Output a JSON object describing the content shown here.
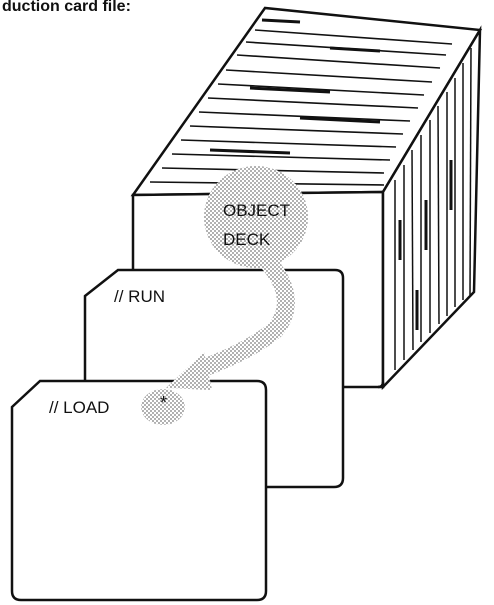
{
  "caption": "duction card file:",
  "labels": {
    "object_deck_line1": "OBJECT",
    "object_deck_line2": "DECK",
    "run_card": "// RUN",
    "load_card": "// LOAD",
    "asterisk": "*"
  },
  "colors": {
    "ink": "#111111",
    "paper": "#ffffff",
    "halftone": "#8c8c8c"
  }
}
